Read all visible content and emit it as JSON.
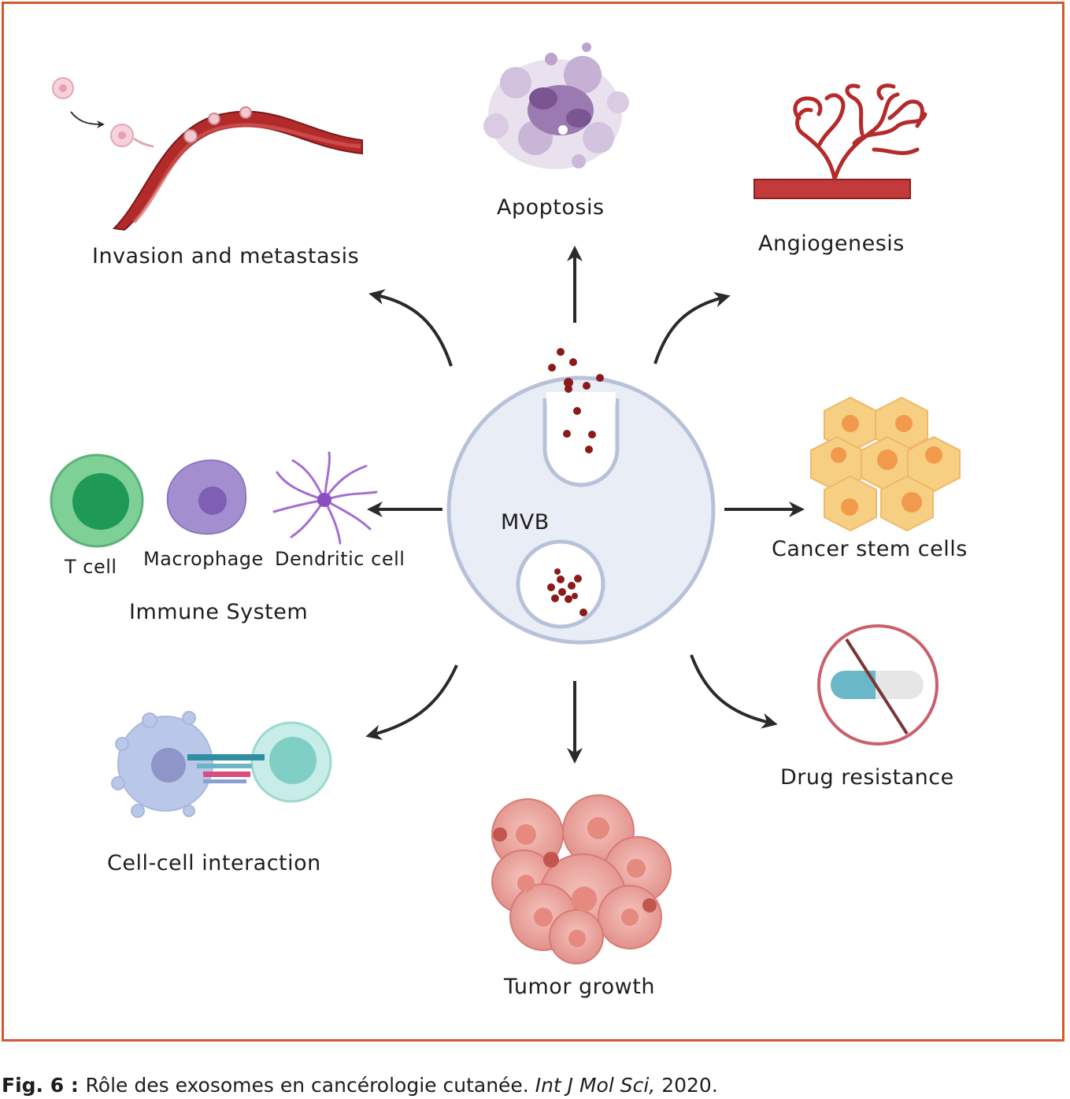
{
  "labels": {
    "invasion": "Invasion and metastasis",
    "apoptosis": "Apoptosis",
    "angiogenesis": "Angiogenesis",
    "mvb": "MVB",
    "t_cell": "T cell",
    "macrophage": "Macrophage",
    "dendritic_cell": "Dendritic cell",
    "immune_system": "Immune System",
    "cancer_stem_cells": "Cancer stem cells",
    "cell_cell_interaction": "Cell-cell interaction",
    "drug_resistance": "Drug resistance",
    "tumor_growth": "Tumor growth"
  },
  "caption": {
    "fig": "Fig. 6",
    "sep": " : ",
    "text": "Rôle des exosomes en cancérologie cutanée. ",
    "journal": "Int J Mol Sci,",
    "year": " 2020."
  },
  "colors": {
    "frame": "#d35a30",
    "vessel": "#a82626",
    "exosome": "#8b1a1a",
    "cell_body": "#e8ecf4",
    "cell_outline": "#b9c3d9",
    "stem_cell": "#f7cf83",
    "stem_nucleus": "#f29a4c",
    "tumor": "#e89a95",
    "t_cell": "#6fc48a",
    "macrophage": "#a38fd0",
    "dendritic": "#8a5ec0",
    "apoptosis": "#9a7ab0",
    "prohibition": "#c9606a",
    "pill": "#6ab7c8"
  }
}
